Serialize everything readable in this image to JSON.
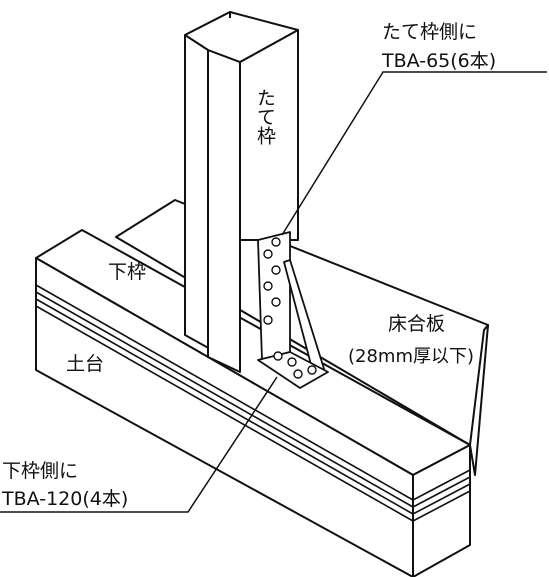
{
  "labels": {
    "tate_waku": "たて枠",
    "shita_waku": "下枠",
    "dodai": "土台",
    "yuka_gouban_1": "床合板",
    "yuka_gouban_2": "(28mm厚以下)",
    "callout_top_1": "たて枠側に",
    "callout_top_2": "TBA-65(6本)",
    "callout_bottom_1": "下枠側に",
    "callout_bottom_2": "TBA-120(4本)"
  },
  "colors": {
    "line": "#111111",
    "fill": "#ffffff"
  }
}
